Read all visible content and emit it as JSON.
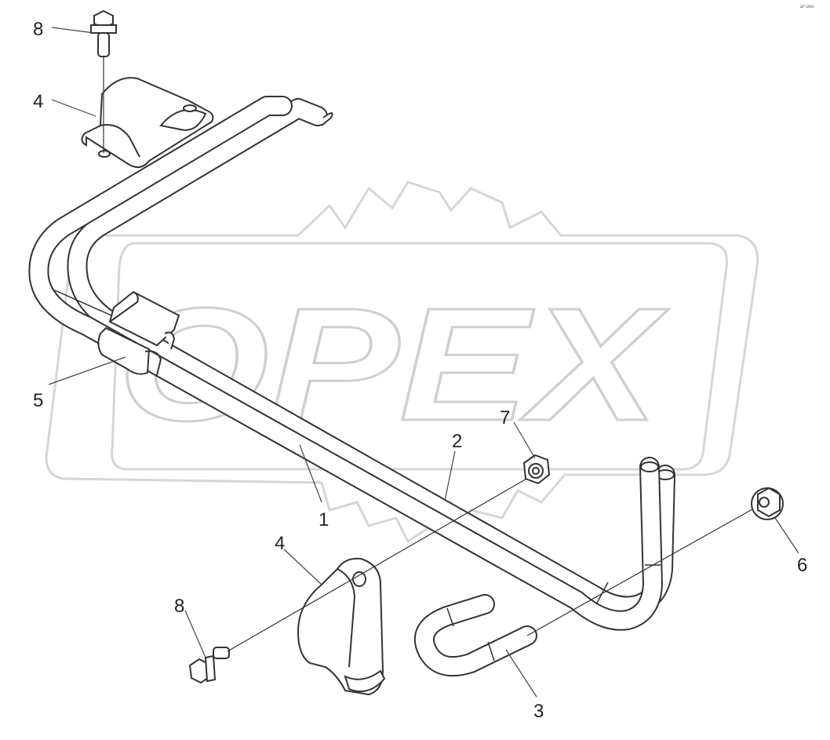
{
  "watermark": {
    "text": "OPEX",
    "color": "#d8d8d8"
  },
  "corner_mark": "a⁸ ooo",
  "colors": {
    "line": "#333333",
    "part_fill": "#ffffff",
    "leader": "#444444"
  },
  "callouts": [
    {
      "id": "c8a",
      "label": "8"
    },
    {
      "id": "c4a",
      "label": "4"
    },
    {
      "id": "c5",
      "label": "5"
    },
    {
      "id": "c1",
      "label": "1"
    },
    {
      "id": "c2",
      "label": "2"
    },
    {
      "id": "c7",
      "label": "7"
    },
    {
      "id": "c4b",
      "label": "4"
    },
    {
      "id": "c8b",
      "label": "8"
    },
    {
      "id": "c3",
      "label": "3"
    },
    {
      "id": "c6",
      "label": "6"
    }
  ]
}
